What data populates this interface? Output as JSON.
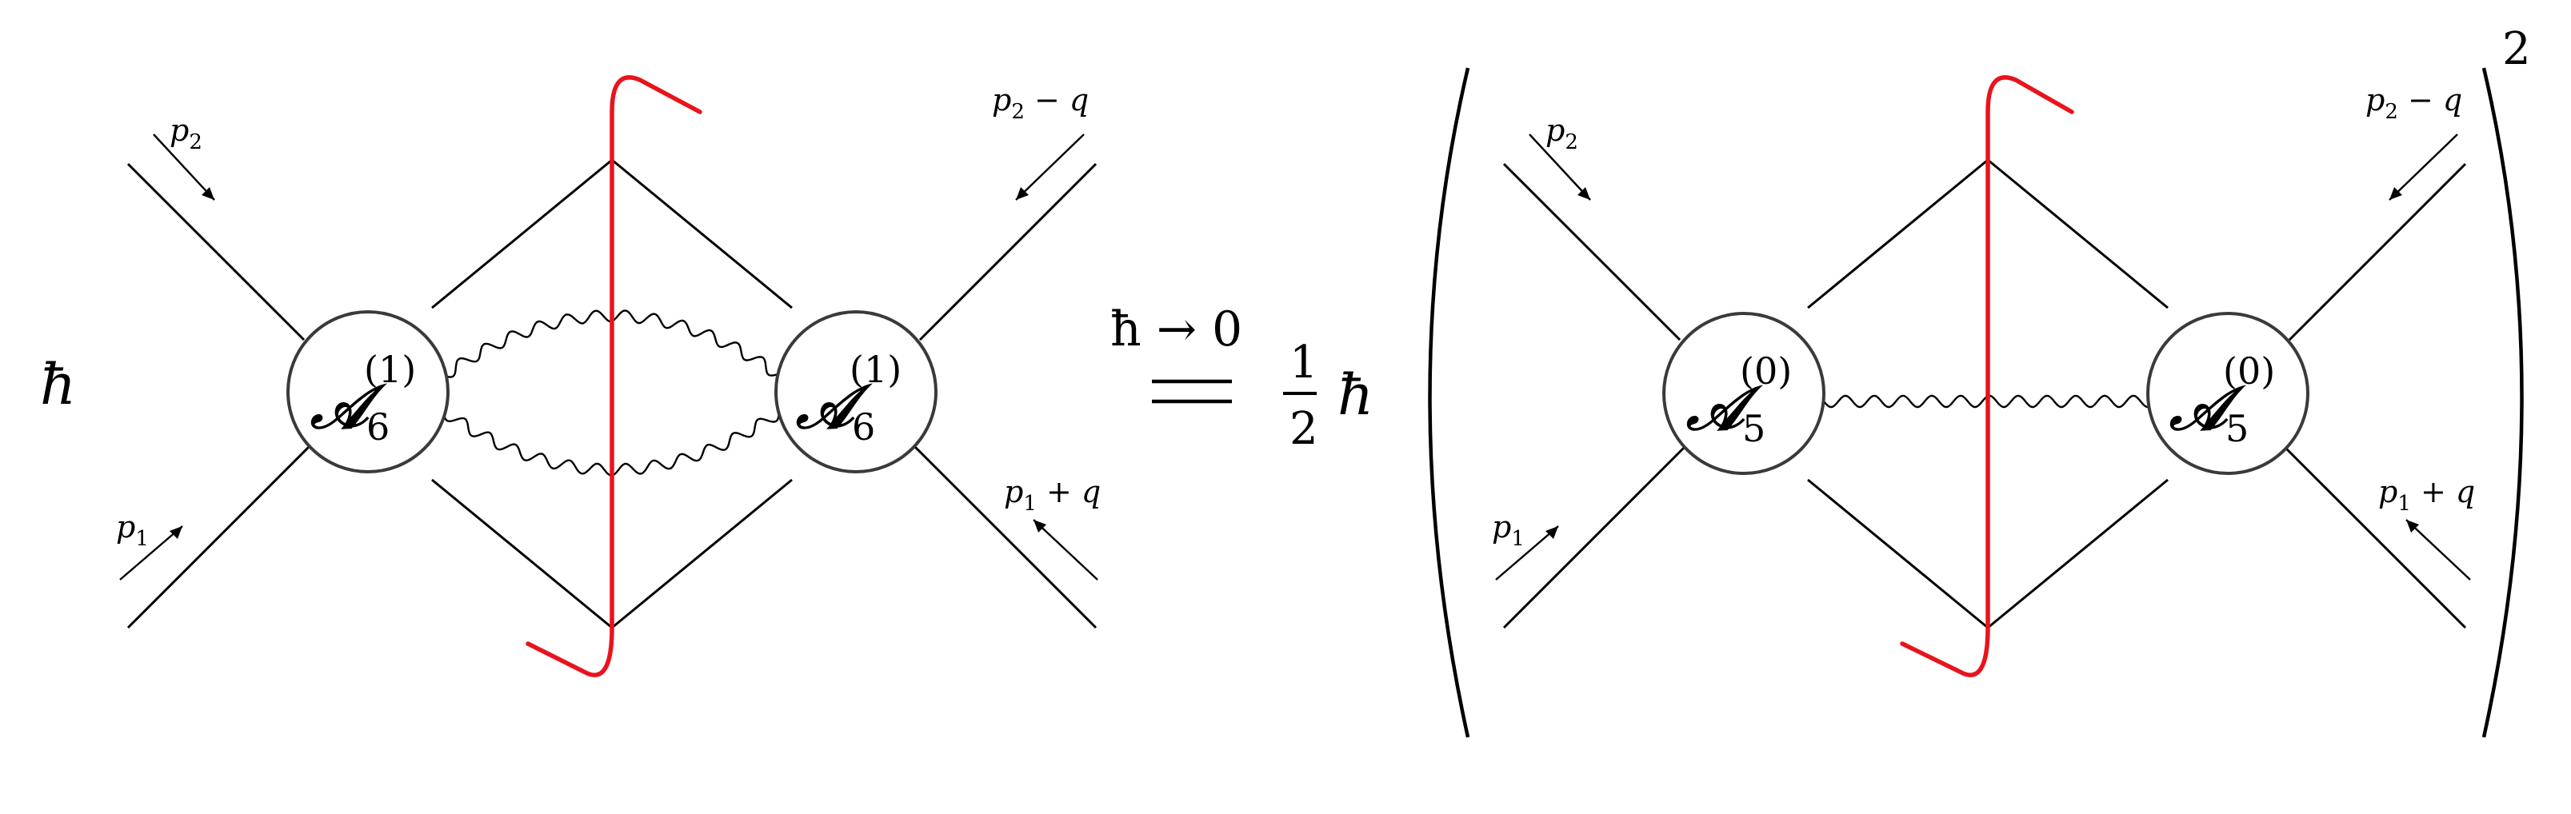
{
  "diagram": {
    "lhs": {
      "prefactor": "ħ",
      "amplitude_left": {
        "symbol": "𝒜",
        "subscript": "6",
        "superscript": "(1)"
      },
      "amplitude_right": {
        "symbol": "𝒜",
        "subscript": "6",
        "superscript": "(1)"
      },
      "momenta": {
        "top_left": {
          "base": "p",
          "sub": "2"
        },
        "bottom_left": {
          "base": "p",
          "sub": "1"
        },
        "top_right": {
          "base": "p",
          "sub": "2",
          "rest": " − q"
        },
        "bottom_right": {
          "base": "p",
          "sub": "1",
          "rest": " + q"
        }
      }
    },
    "relation": {
      "limit": "ħ → 0",
      "symbol": "═"
    },
    "rhs": {
      "fraction_num": "1",
      "fraction_den": "2",
      "prefactor": "ħ",
      "exponent": "2",
      "amplitude_left": {
        "symbol": "𝒜",
        "subscript": "5",
        "superscript": "(0)"
      },
      "amplitude_right": {
        "symbol": "𝒜",
        "subscript": "5",
        "superscript": "(0)"
      },
      "momenta": {
        "top_left": {
          "base": "p",
          "sub": "2"
        },
        "bottom_left": {
          "base": "p",
          "sub": "1"
        },
        "top_right": {
          "base": "p",
          "sub": "2",
          "rest": " − q"
        },
        "bottom_right": {
          "base": "p",
          "sub": "1",
          "rest": " + q"
        }
      }
    },
    "colors": {
      "cut": "#e8141c",
      "lines": "#000000",
      "blob_stroke": "#3a3a3a"
    }
  }
}
